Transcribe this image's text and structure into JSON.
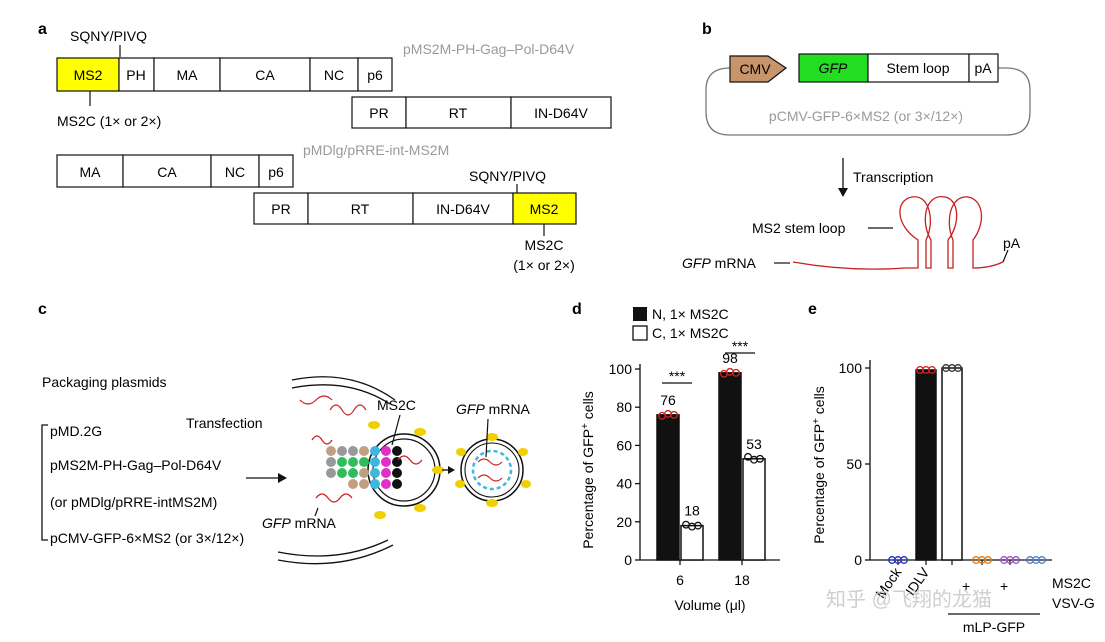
{
  "panel_a": {
    "label": "a",
    "tag_top": "SQNY/PIVQ",
    "plasmid1_name": "pMS2M-PH-Gag–Pol-D64V",
    "row1": [
      "MS2",
      "PH",
      "MA",
      "CA",
      "NC",
      "p6"
    ],
    "row2": [
      "PR",
      "RT",
      "IN-D64V"
    ],
    "ms2c_note1": "MS2C (1× or 2×)",
    "plasmid2_name": "pMDlg/pRRE-int-MS2M",
    "row3": [
      "MA",
      "CA",
      "NC",
      "p6"
    ],
    "tag_mid": "SQNY/PIVQ",
    "row4": [
      "PR",
      "RT",
      "IN-D64V",
      "MS2"
    ],
    "ms2c_note2_line1": "MS2C",
    "ms2c_note2_line2": "(1× or 2×)",
    "ms2_color": "#ffff00"
  },
  "panel_b": {
    "label": "b",
    "cmv": "CMV",
    "gfp": "GFP",
    "stem_loop": "Stem loop",
    "pa": "pA",
    "plasmid_name": "pCMV-GFP-6×MS2 (or 3×/12×)",
    "transcription": "Transcription",
    "stem_loop_label": "MS2 stem loop",
    "mrna_label_italic": "GFP",
    "mrna_label_rest": " mRNA",
    "pa2": "pA",
    "cmv_color": "#c8956b",
    "gfp_color": "#22dd22"
  },
  "panel_c": {
    "label": "c",
    "packaging_title": "Packaging plasmids",
    "plasmids": [
      "pMD.2G",
      "pMS2M-PH-Gag–Pol-D64V",
      "(or pMDlg/pRRE-intMS2M)",
      "pCMV-GFP-6×MS2 (or 3×/12×)"
    ],
    "transfection": "Transfection",
    "ms2c": "MS2C",
    "gfp_mrna_italic": "GFP",
    "gfp_mrna_rest": " mRNA",
    "gfp_mrna2_italic": "GFP",
    "gfp_mrna2_rest": " mRNA"
  },
  "panel_d": {
    "label": "d",
    "legend": [
      "N, 1× MS2C",
      "C, 1× MS2C"
    ],
    "sig": [
      "***",
      "***"
    ]
  },
  "panel_e": {
    "label": "e",
    "group_label": "mLP-GFP",
    "row_labels": [
      "MS2C",
      "VSV-G"
    ],
    "signs": [
      "+",
      "+"
    ]
  },
  "watermark": "知乎 @飞翔的龙猫",
  "chart_data": [
    {
      "type": "bar",
      "panel": "d",
      "categories": [
        "6",
        "18"
      ],
      "series": [
        {
          "name": "N, 1× MS2C",
          "values": [
            76,
            98
          ],
          "points": [
            [
              75.5,
              76.5,
              76
            ],
            [
              97.5,
              98.5,
              98
            ]
          ]
        },
        {
          "name": "C, 1× MS2C",
          "values": [
            18,
            53
          ],
          "points": [
            [
              18.5,
              17.5,
              18
            ],
            [
              54,
              52.5,
              53
            ]
          ]
        }
      ],
      "data_labels": [
        "76",
        "98",
        "18",
        "53"
      ],
      "xlabel": "Volume (μl)",
      "ylabel_main": "Percentage of GFP",
      "ylabel_sup": "+",
      "ylabel_end": " cells",
      "yticks": [
        "0",
        "20",
        "40",
        "60",
        "80",
        "100"
      ],
      "ylim": [
        0,
        100
      ]
    },
    {
      "type": "bar",
      "panel": "e",
      "categories": [
        "Mock",
        "IDLV",
        "",
        "",
        ""
      ],
      "values": [
        0,
        99,
        100,
        0,
        0
      ],
      "point_colors": [
        "#1a2fd6",
        "#d62020",
        "#333333",
        "#e07a10",
        "#9a4fc9",
        "#4f7fd6"
      ],
      "bar_fill": [
        "#ffffff",
        "#111111",
        "#ffffff",
        "#ffffff",
        "#ffffff"
      ],
      "xlabel": "",
      "ylabel_main": "Percentage of GFP",
      "ylabel_sup": "+",
      "ylabel_end": " cells",
      "yticks": [
        "0",
        "50",
        "100"
      ],
      "ylim": [
        0,
        100
      ]
    }
  ]
}
